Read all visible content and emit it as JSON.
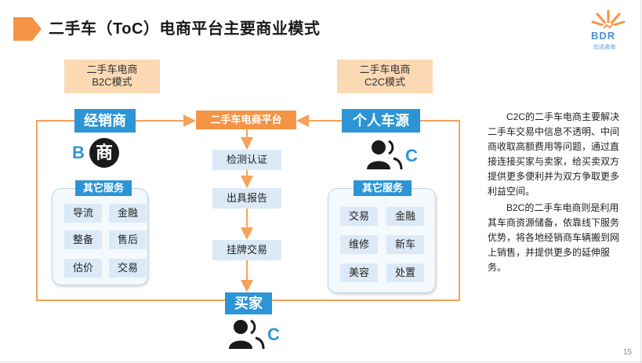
{
  "header": {
    "title": "二手车（ToC）电商平台主要商业模式",
    "accent_color": "#f59445",
    "logo": {
      "text": "BDR",
      "subtext": "比达咨询"
    }
  },
  "models": {
    "b2c": {
      "line1": "二手车电商",
      "line2": "B2C模式"
    },
    "c2c": {
      "line1": "二手车电商",
      "line2": "C2C模式"
    }
  },
  "nodes": {
    "dealer": "经销商",
    "private_seller": "个人车源",
    "buyer": "买家",
    "platform": "二手车电商平台",
    "dealer_letter": "B",
    "dealer_badge": "商",
    "private_letter": "C",
    "buyer_letter": "C"
  },
  "steps": [
    "检测认证",
    "出具报告",
    "挂牌交易"
  ],
  "left_services": {
    "title": "其它服务",
    "items": [
      "导流",
      "金融",
      "整备",
      "售后",
      "估价",
      "交易"
    ]
  },
  "right_services": {
    "title": "其它服务",
    "items": [
      "交易",
      "金融",
      "维修",
      "新车",
      "美容",
      "处置"
    ]
  },
  "description": {
    "p1": "C2C的二手车电商主要解决二手车交易中信息不透明、中间商收取高额费用等问题，通过直接连接买家与卖家，给买卖双方提供更多便利并为双方争取更多利益空间。",
    "p2": "B2C的二手车电商则是利用其车商资源储备，依靠线下服务优势，将各地经销商车辆搬到网上销售，并提供更多的延伸服务。"
  },
  "page_number": "15",
  "colors": {
    "blue": "#2d95d5",
    "orange": "#f59445",
    "light_orange": "#fbd9b4",
    "light_blue": "#dceaf7"
  }
}
